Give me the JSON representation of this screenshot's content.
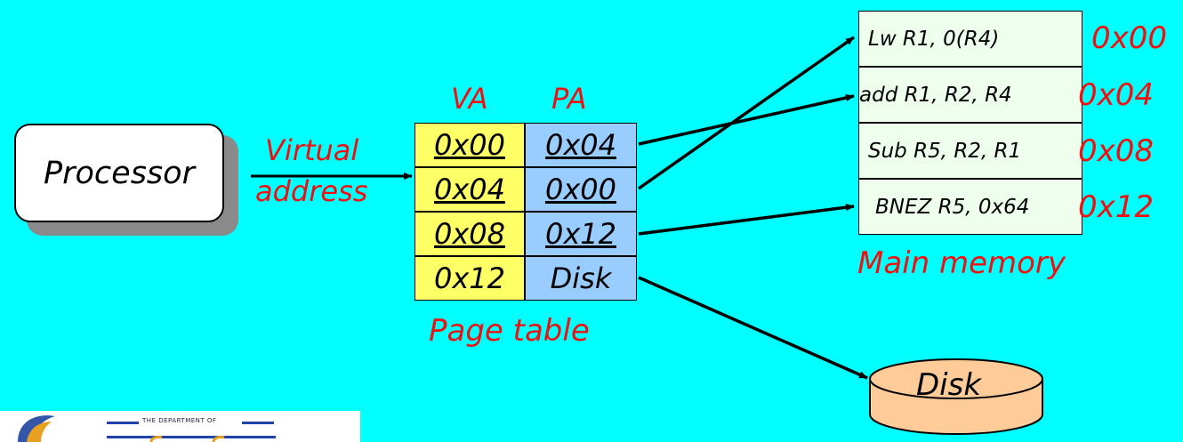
{
  "processor": {
    "label": "Processor"
  },
  "virtual_address_label": {
    "line1": "Virtual",
    "line2": "address"
  },
  "page_table": {
    "va_header": "VA",
    "pa_header": "PA",
    "caption": "Page table",
    "rows": [
      {
        "va": "0x00",
        "pa": "0x04"
      },
      {
        "va": "0x04",
        "pa": "0x00"
      },
      {
        "va": "0x08",
        "pa": "0x12"
      },
      {
        "va": "0x12",
        "pa": "Disk"
      }
    ]
  },
  "main_memory": {
    "caption": "Main memory",
    "cells": [
      {
        "instruction": "Lw R1, 0(R4)",
        "address": "0x00"
      },
      {
        "instruction": "add R1, R2, R4",
        "address": "0x04"
      },
      {
        "instruction": "Sub R5, R2, R1",
        "address": "0x08"
      },
      {
        "instruction": "BNEZ R5, 0x64",
        "address": "0x12"
      }
    ]
  },
  "disk": {
    "label": "Disk"
  },
  "logo": {
    "text": "THE DEPARTMENT OF"
  },
  "colors": {
    "background": "#00FFFF",
    "labels": "#EE1111",
    "va_column": "#FFFF66",
    "pa_column": "#99CCFF",
    "memory": "#EEFFEE",
    "disk": "#FFCC99"
  }
}
